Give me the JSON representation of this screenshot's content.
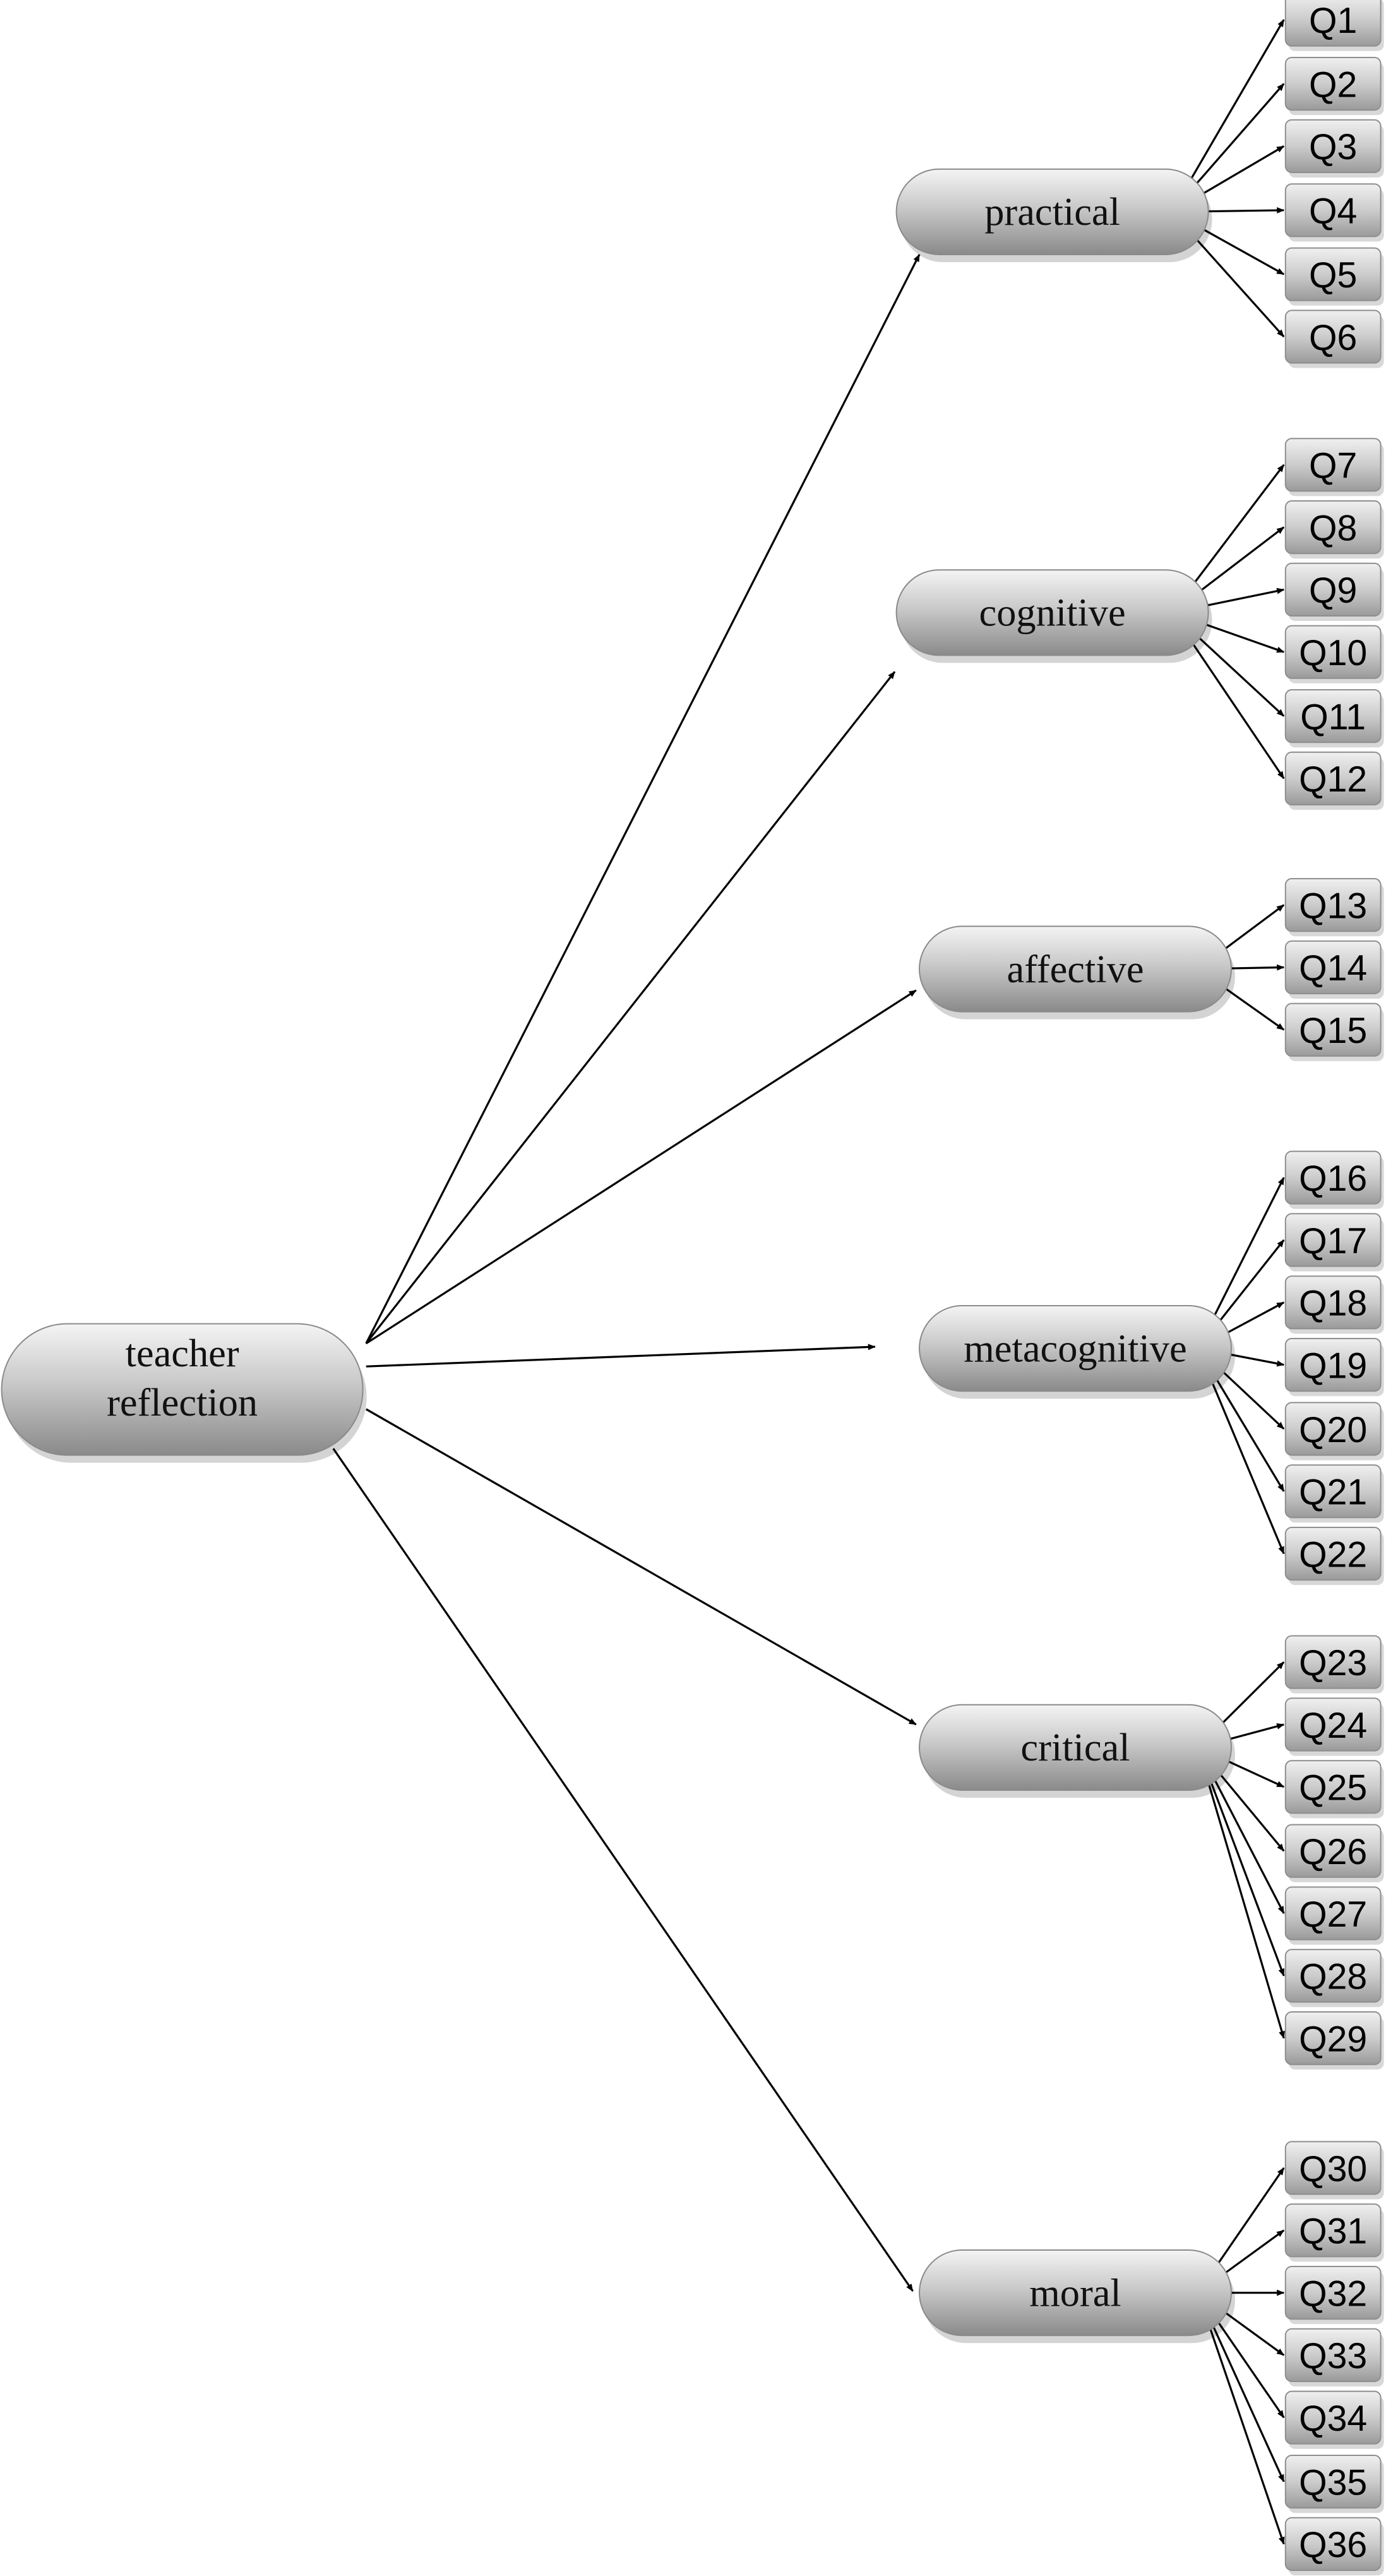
{
  "diagram": {
    "root": {
      "id": "root",
      "lines": [
        "teacher",
        "reflection"
      ]
    },
    "factors": [
      {
        "id": "practical",
        "label": "practical",
        "items": [
          "Q1",
          "Q2",
          "Q3",
          "Q4",
          "Q5",
          "Q6"
        ]
      },
      {
        "id": "cognitive",
        "label": "cognitive",
        "items": [
          "Q7",
          "Q8",
          "Q9",
          "Q10",
          "Q11",
          "Q12"
        ]
      },
      {
        "id": "affective",
        "label": "affective",
        "items": [
          "Q13",
          "Q14",
          "Q15"
        ]
      },
      {
        "id": "metacognitive",
        "label": "metacognitive",
        "items": [
          "Q16",
          "Q17",
          "Q18",
          "Q19",
          "Q20",
          "Q21",
          "Q22"
        ]
      },
      {
        "id": "critical",
        "label": "critical",
        "items": [
          "Q23",
          "Q24",
          "Q25",
          "Q26",
          "Q27",
          "Q28",
          "Q29"
        ]
      },
      {
        "id": "moral",
        "label": "moral",
        "items": [
          "Q30",
          "Q31",
          "Q32",
          "Q33",
          "Q34",
          "Q35",
          "Q36"
        ]
      }
    ],
    "colors": {
      "node_light": "#f2f2f2",
      "node_dark": "#8c8c8c",
      "edge": "#000000"
    }
  }
}
